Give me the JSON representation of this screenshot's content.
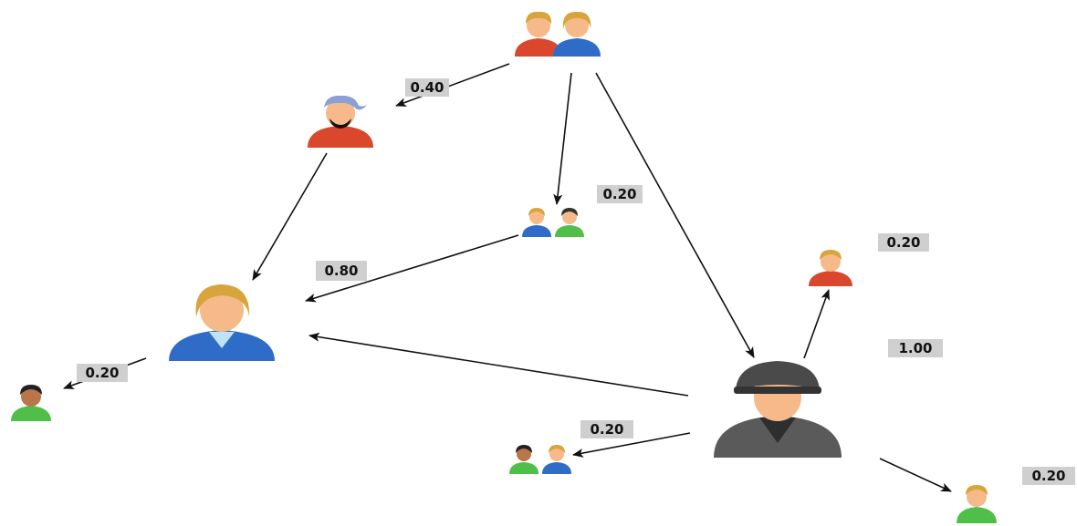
{
  "colors": {
    "background": "#ffffff",
    "edge": "#111111",
    "label_bg": "#cfcfcf",
    "label_text": "#111111",
    "skin": "#f6b98a",
    "hair_blond": "#d8a43c",
    "shirt_blue": "#2f6cc7",
    "shirt_red": "#d9482c",
    "shirt_green": "#4fbf4a",
    "hat_grey": "#4a4a4a",
    "coat_grey": "#5a5a5a",
    "bandana": "#8aa0d6"
  },
  "nodes": [
    {
      "id": "couple-top",
      "icon": "couple-users-icon"
    },
    {
      "id": "pirate",
      "icon": "pirate-user-icon"
    },
    {
      "id": "pair-middle",
      "icon": "pair-users-icon"
    },
    {
      "id": "central-user",
      "icon": "large-user-icon"
    },
    {
      "id": "spy",
      "icon": "spy-user-icon"
    },
    {
      "id": "user-red-small",
      "icon": "red-user-icon"
    },
    {
      "id": "user-green-left",
      "icon": "green-user-icon"
    },
    {
      "id": "pair-bottom",
      "icon": "pair-users-icon"
    },
    {
      "id": "user-green-right",
      "icon": "green-user-icon"
    }
  ],
  "edges": [
    {
      "from": "couple-top",
      "to": "pirate",
      "weight": "0.40"
    },
    {
      "from": "couple-top",
      "to": "pair-middle",
      "weight": ""
    },
    {
      "from": "couple-top",
      "to": "spy",
      "weight": "0.20"
    },
    {
      "from": "pirate",
      "to": "central-user",
      "weight": ""
    },
    {
      "from": "pair-middle",
      "to": "central-user",
      "weight": "0.80"
    },
    {
      "from": "spy",
      "to": "central-user",
      "weight": ""
    },
    {
      "from": "central-user",
      "to": "user-green-left",
      "weight": "0.20"
    },
    {
      "from": "spy",
      "to": "user-red-small",
      "weight": "0.20"
    },
    {
      "from": "spy",
      "to": "pair-bottom",
      "weight": "0.20"
    },
    {
      "from": "spy",
      "to": "user-green-right",
      "weight": "0.20"
    }
  ],
  "labels": {
    "w1": "0.40",
    "w2": "0.20",
    "w3": "0.80",
    "w4": "0.20",
    "w5": "1.00",
    "w6": "0.20",
    "w7": "0.20",
    "w8": "0.20"
  }
}
